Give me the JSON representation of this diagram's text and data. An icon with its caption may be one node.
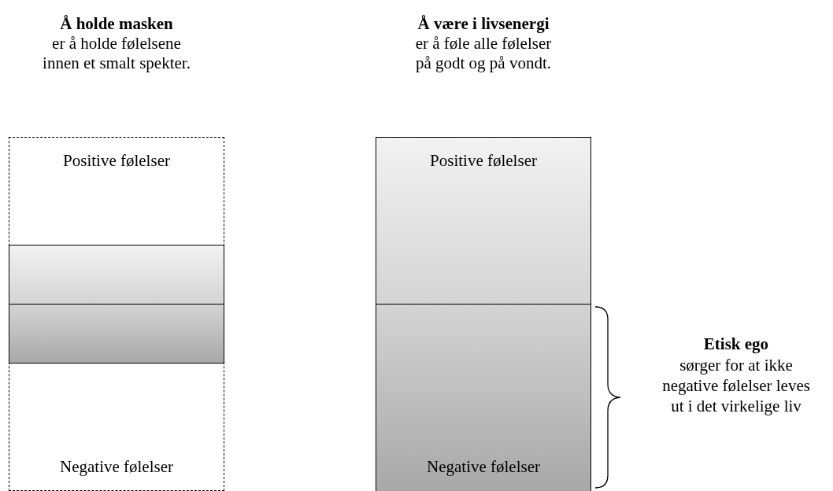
{
  "diagram": {
    "nodes": [
      {
        "text": [
          "Positive følelser",
          "Negative følelser"
        ]
      },
      {
        "text": [],
        "shape": "bar",
        "in": 0
      },
      {
        "text": [],
        "shape": "bar",
        "in": 0
      },
      {
        "text": [],
        "shape": "box"
      },
      {
        "text": [
          "Positive følelser"
        ],
        "in": 3
      },
      {
        "text": [
          "Negative følelser"
        ],
        "in": 3
      },
      {
        "text": [
          "Etisk ego",
          "sørger for at ikke negative følelser leves ut i det virkelige liv"
        ]
      }
    ],
    "edges": [],
    "labels": [
      "Å holde masken",
      "er å holde følelsene innen et smalt spekter.",
      "Å være i livsenergi",
      "er å føle alle følelser på godt og på vondt."
    ]
  }
}
